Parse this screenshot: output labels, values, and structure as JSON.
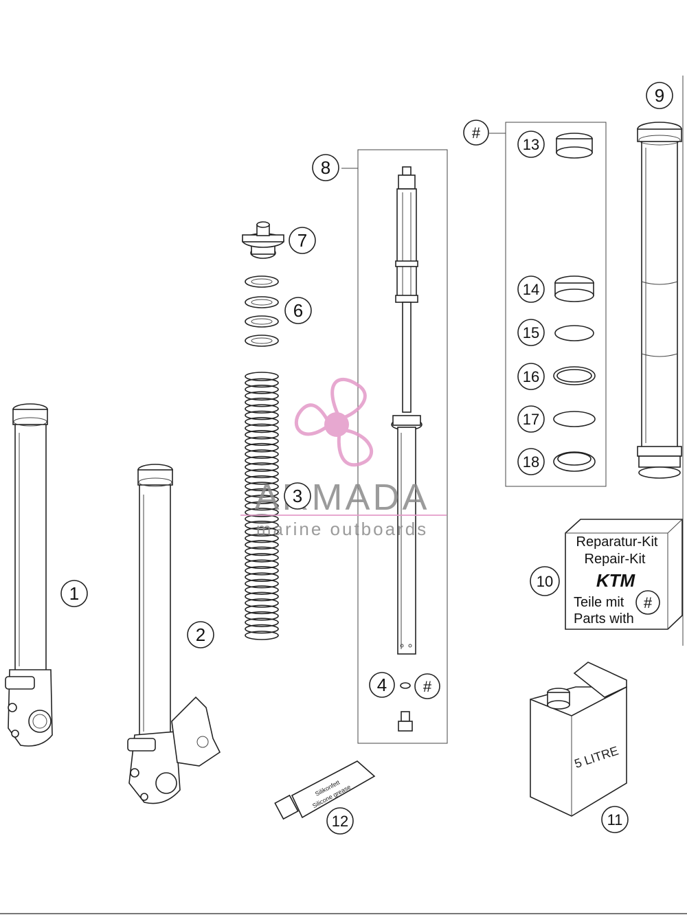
{
  "callouts": {
    "c1": "1",
    "c2": "2",
    "c3": "3",
    "c4": "4",
    "c4_hash": "#",
    "c6": "6",
    "c7": "7",
    "c8": "8",
    "c9": "9",
    "c10": "10",
    "c11": "11",
    "c12": "12",
    "c13": "13",
    "c14": "14",
    "c15": "15",
    "c16": "16",
    "c17": "17",
    "c18": "18",
    "group_hash": "#"
  },
  "repair_kit": {
    "line1": "Reparatur-Kit",
    "line2": "Repair-Kit",
    "brand": "KTM",
    "line3": "Teile mit",
    "line4": "Parts with",
    "hash": "#"
  },
  "oil_can": {
    "label": "5 LITRE"
  },
  "grease_tube": {
    "line1": "Silikonfett",
    "line2": "Silicone grease"
  },
  "watermark": {
    "title": "ARMADA",
    "subtitle": "marine outboards",
    "logo_color": "#e39ac8",
    "text_color": "#8a8a8a"
  }
}
